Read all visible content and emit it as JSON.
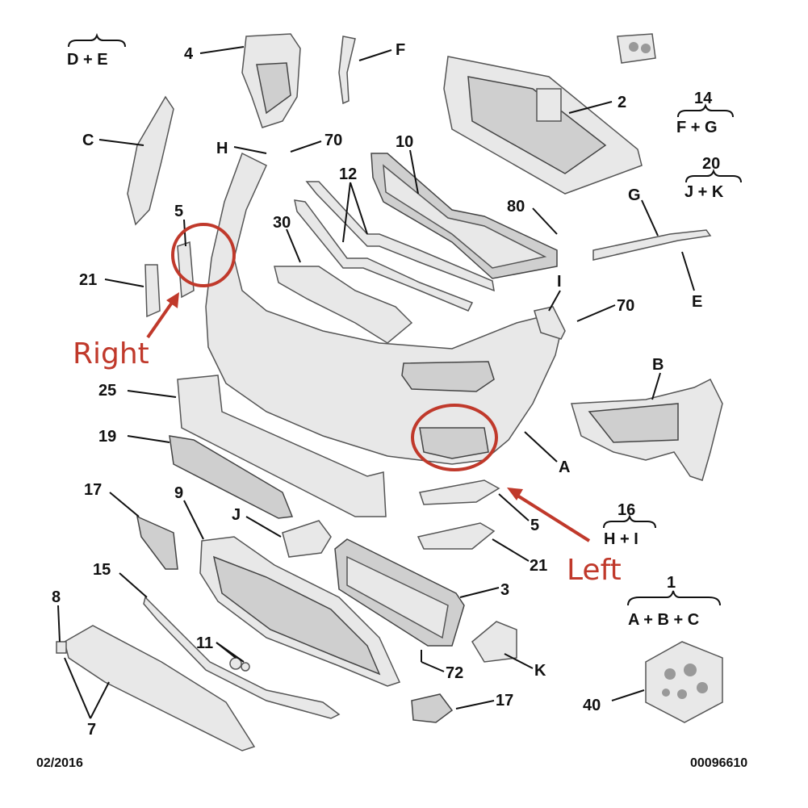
{
  "footer": {
    "date": "02/2016",
    "ref": "00096610"
  },
  "annotations": {
    "right": "Right",
    "left": "Left",
    "color": "#c0392b"
  },
  "callouts": {
    "c4": "4",
    "cF": "F",
    "c2": "2",
    "cC": "C",
    "cH": "H",
    "c70a": "70",
    "c10": "10",
    "c12": "12",
    "c80": "80",
    "cG": "G",
    "cE": "E",
    "c5a": "5",
    "c30": "30",
    "c21a": "21",
    "cI": "I",
    "c70b": "70",
    "cB": "B",
    "c25": "25",
    "c19": "19",
    "cA": "A",
    "c17a": "17",
    "c9": "9",
    "cJ": "J",
    "c5b": "5",
    "c21b": "21",
    "c15": "15",
    "c3": "3",
    "c8": "8",
    "c11": "11",
    "c72": "72",
    "cK": "K",
    "c17b": "17",
    "c7": "7",
    "c40": "40"
  },
  "kits": {
    "de": {
      "bottom": "D + E"
    },
    "k14": {
      "num": "14",
      "parts": "F + G"
    },
    "k20": {
      "num": "20",
      "parts": "J + K"
    },
    "k16": {
      "num": "16",
      "parts": "H + I"
    },
    "k1": {
      "num": "1",
      "parts": "A + B + C"
    }
  }
}
